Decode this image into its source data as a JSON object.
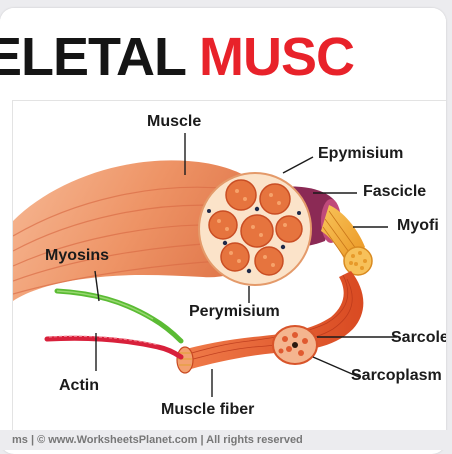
{
  "title": {
    "part1": "KELETAL",
    "part2": "MUSC"
  },
  "labels": {
    "muscle": "Muscle",
    "epymisium": "Epymisium",
    "fascicle": "Fascicle",
    "myofi": "Myofi",
    "myosins": "Myosins",
    "perymisium": "Perymisium",
    "sarcole": "Sarcole",
    "actin": "Actin",
    "sarcoplasm": "Sarcoplasm",
    "muscle_fiber": "Muscle fiber"
  },
  "footer": "ms | © www.WorksheetsPlanet.com | All rights reserved",
  "colors": {
    "title_black": "#151515",
    "title_red": "#e8222a",
    "muscle_outer": "#f09a6e",
    "fascicle_purple": "#8b2a55",
    "myofibril_yellow": "#f4a833",
    "fiber_red": "#e8562b",
    "myosin_green": "#5bbb34",
    "actin_red": "#d8203b"
  }
}
